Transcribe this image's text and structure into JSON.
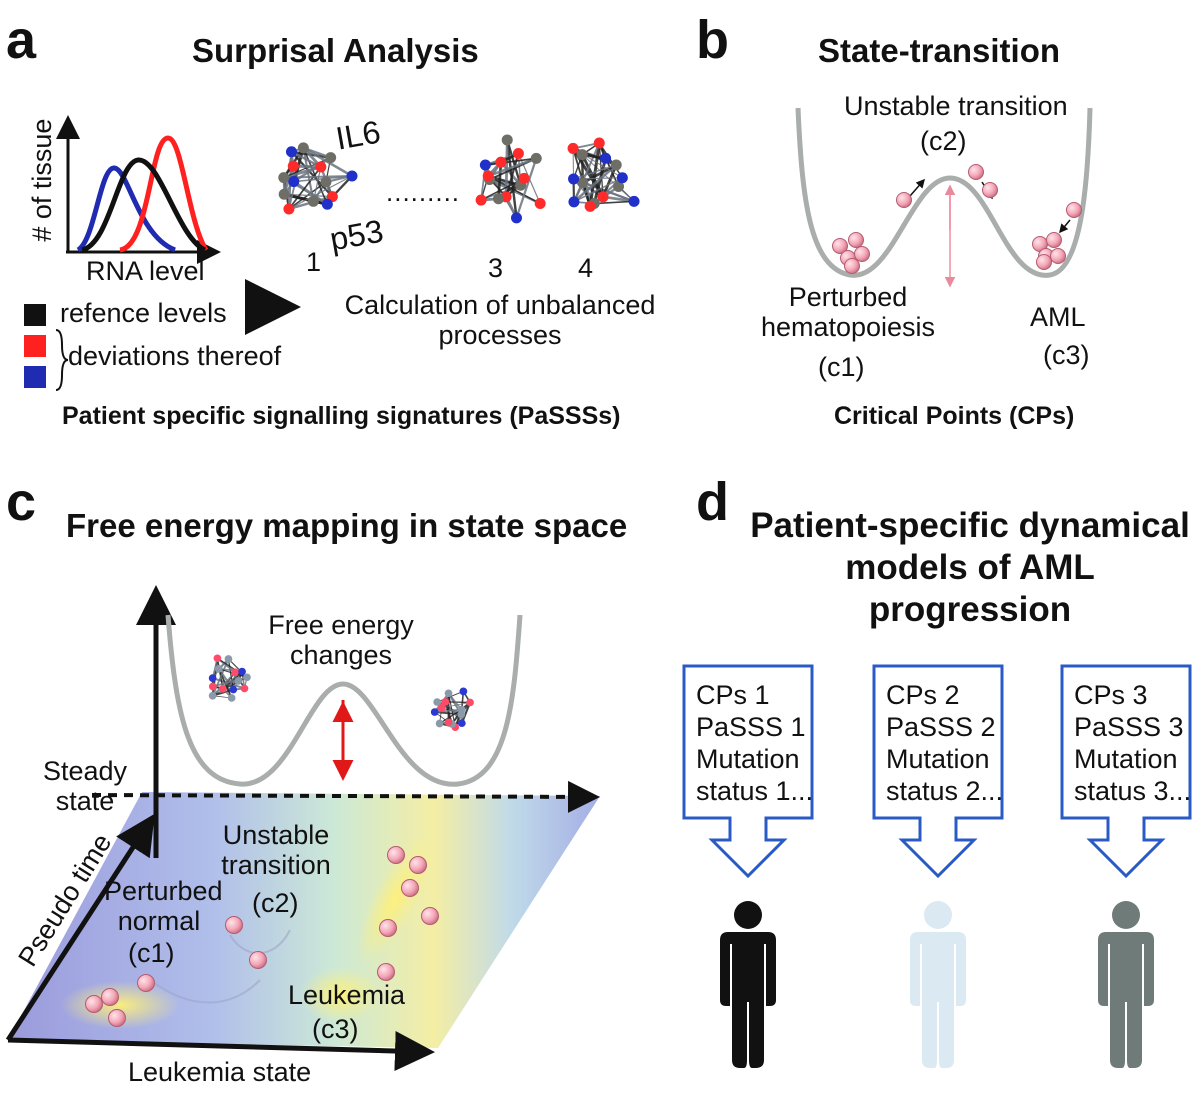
{
  "panels": {
    "a": {
      "letter": "a",
      "title": "Surprisal Analysis",
      "axis_y": "# of tissue",
      "axis_x": "RNA level",
      "legend": {
        "reference": "refence levels",
        "deviations": "deviations thereof",
        "colors": {
          "reference": "#111111",
          "red": "#ff2020",
          "blue": "#1f2bb0"
        }
      },
      "network_labels": {
        "gene1": "IL6",
        "gene2": "p53"
      },
      "network_numbers": [
        "1",
        "3",
        "4"
      ],
      "ellipsis": ".........",
      "calc_label": "Calculation of unbalanced processes",
      "footer": "Patient specific signalling signatures (PaSSSs)"
    },
    "b": {
      "letter": "b",
      "title": "State-transition",
      "unstable": "Unstable transition",
      "unstable_code": "(c2)",
      "perturbed": "Perturbed hematopoiesis",
      "perturbed_code": "(c1)",
      "aml": "AML",
      "aml_code": "(c3)",
      "footer": "Critical Points (CPs)"
    },
    "c": {
      "letter": "c",
      "title": "Free energy mapping in state space",
      "free_energy": "Free energy changes",
      "steady_state": "Steady state",
      "pseudo_time": "Pseudo time",
      "unstable": "Unstable transition",
      "unstable_code": "(c2)",
      "perturbed": "Perturbed normal",
      "perturbed_code": "(c1)",
      "leukemia": "Leukemia",
      "leukemia_code": "(c3)",
      "x_axis": "Leukemia state"
    },
    "d": {
      "letter": "d",
      "title": "Patient-specific dynamical models of AML progression",
      "boxes": [
        {
          "cps": "CPs 1",
          "passs": "PaSSS 1",
          "mutation": "Mutation",
          "status": "status 1...",
          "person_color": "#111111"
        },
        {
          "cps": "CPs 2",
          "passs": "PaSSS 2",
          "mutation": "Mutation",
          "status": "status 2...",
          "person_color": "#dbe9f2"
        },
        {
          "cps": "CPs 3",
          "passs": "PaSSS 3",
          "mutation": "Mutation",
          "status": "status 3...",
          "person_color": "#6f7b79"
        }
      ],
      "box_border_color": "#2a5bc4"
    }
  }
}
